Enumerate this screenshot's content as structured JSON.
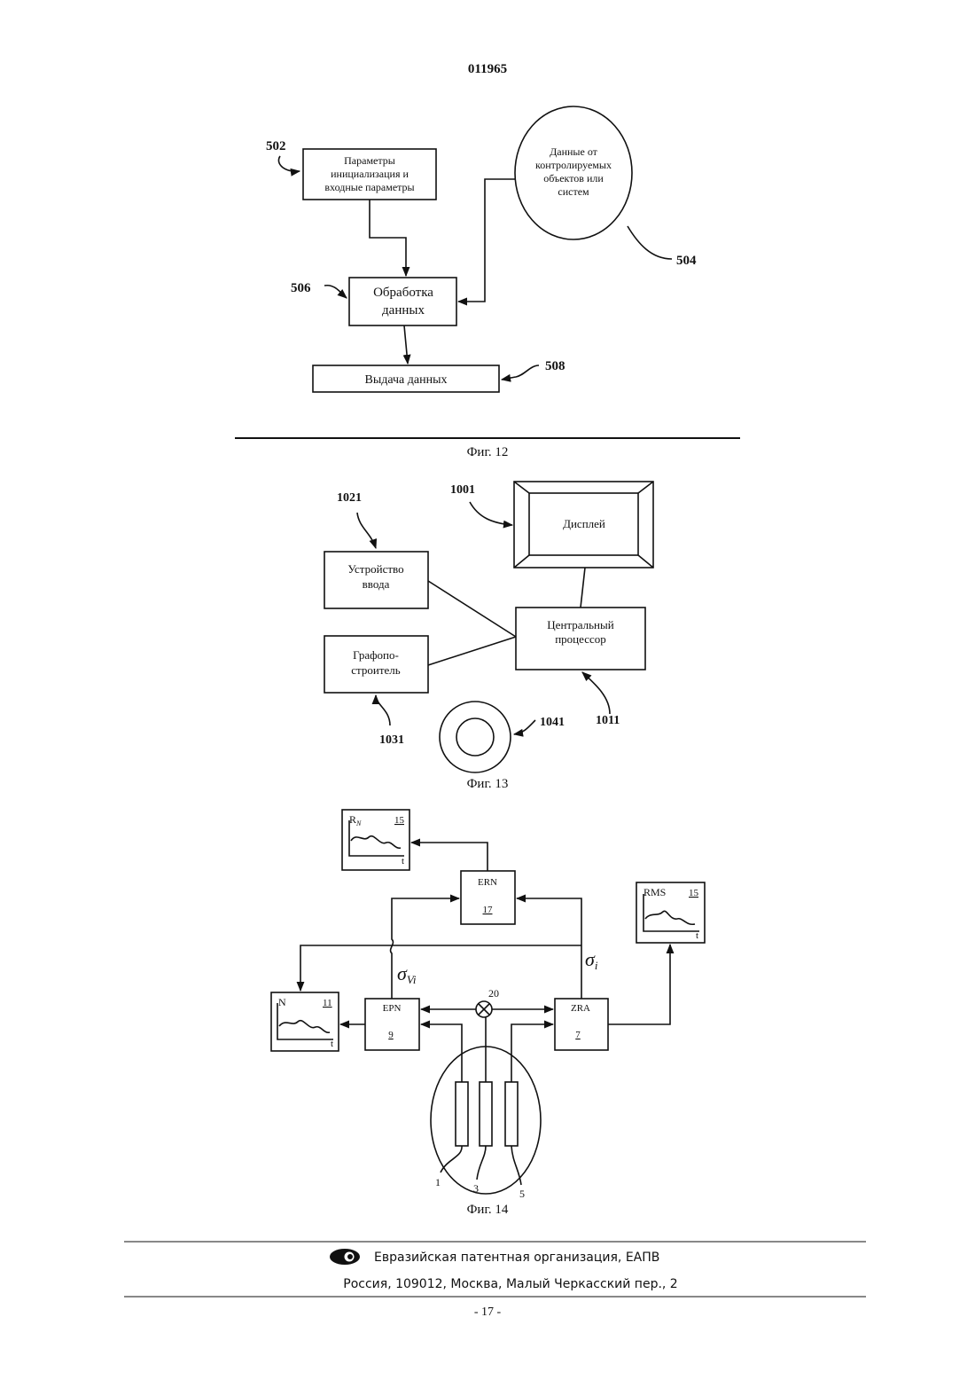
{
  "header": {
    "patent_number": "011965"
  },
  "fig12": {
    "caption": "Фиг. 12",
    "ref_502": "502",
    "ref_504": "504",
    "ref_506": "506",
    "ref_508": "508",
    "params_line1": "Параметры",
    "params_line2": "инициализация и",
    "params_line3": "входные параметры",
    "data_line1": "Данные от",
    "data_line2": "контролируемых",
    "data_line3": "объектов или",
    "data_line4": "систем",
    "proc_line1": "Обработка",
    "proc_line2": "данных",
    "output": "Выдача данных"
  },
  "fig13": {
    "caption": "Фиг. 13",
    "ref_1001": "1001",
    "ref_1011": "1011",
    "ref_1021": "1021",
    "ref_1031": "1031",
    "ref_1041": "1041",
    "display": "Дисплей",
    "input_line1": "Устройство",
    "input_line2": "ввода",
    "plotter_line1": "Графопо-",
    "plotter_line2": "строитель",
    "cpu_line1": "Центральный",
    "cpu_line2": "процессор"
  },
  "fig14": {
    "caption": "Фиг. 14",
    "rn_label": "R",
    "rn_sub": "N",
    "rn_num": "15",
    "rn_t": "t",
    "rms_label": "RMS",
    "rms_num": "15",
    "rms_t": "t",
    "n_label": "N",
    "n_num": "11",
    "n_t": "t",
    "ern_label": "ERN",
    "ern_num": "17",
    "epn_label": "EPN",
    "epn_num": "9",
    "zra_label": "ZRA",
    "zra_num": "7",
    "sigma_v": "σ",
    "sigma_v_sub": "Vi",
    "sigma_i": "σ",
    "sigma_i_sub": "i",
    "ref_20": "20",
    "ref_1": "1",
    "ref_3": "3",
    "ref_5": "5"
  },
  "footer": {
    "org": "Евразийская патентная организация, ЕАПВ",
    "address": "Россия, 109012, Москва, Малый Черкасский пер., 2",
    "page": "- 17 -"
  }
}
